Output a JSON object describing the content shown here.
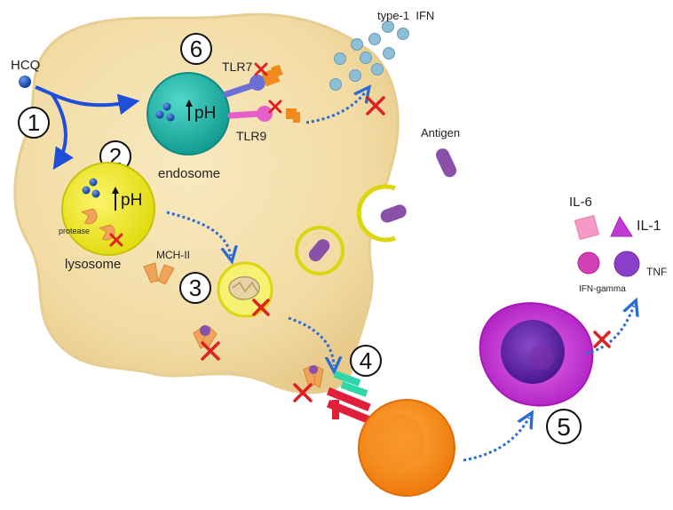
{
  "steps": [
    "1",
    "2",
    "3",
    "4",
    "5",
    "6"
  ],
  "labels": {
    "drug": "HCQ",
    "endosome": "endosome",
    "lysosome": "lysosome",
    "ph": "pH",
    "protease": "protease",
    "mhc": "MCH-II",
    "tlr7": "TLR7",
    "tlr9": "TLR9",
    "ifn": "type-1  IFN",
    "antigen": "Antigen",
    "il6": "IL-6",
    "il1": "IL-1",
    "ifng": "IFN-gamma",
    "tnf": "TNF"
  },
  "colors": {
    "cell": "#f3dea8",
    "endosome": "#1fb5a8",
    "lysosome": "#f2ee2a",
    "arrow": "#1f4fd8",
    "dotted_arrow": "#2a6bd6",
    "block_x": "#e02020",
    "tcell": "#f58a16",
    "macrophage": "#c23ad4",
    "antigen": "#8a4fa8",
    "ifn_dots": "#8fbfd6",
    "tlr7": "#6b6fd6",
    "tlr9": "#e35fc9",
    "tlr_ligand": "#f08a1c"
  },
  "icons": [
    "hcq-molecule-icon",
    "block-x-icon",
    "dotted-arrow-icon",
    "curved-arrow-icon"
  ]
}
